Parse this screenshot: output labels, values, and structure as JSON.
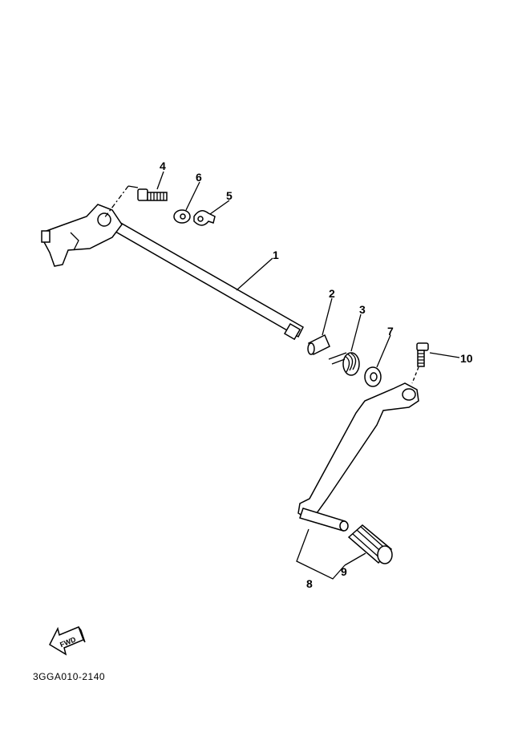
{
  "diagram": {
    "callouts": {
      "p1": "1",
      "p2": "2",
      "p3": "3",
      "p4": "4",
      "p5": "5",
      "p6": "6",
      "p7": "7",
      "p8": "8",
      "p9": "9",
      "p10": "10"
    },
    "fwd_label": "FWD",
    "drawing_code": "3GGA010-2140"
  }
}
